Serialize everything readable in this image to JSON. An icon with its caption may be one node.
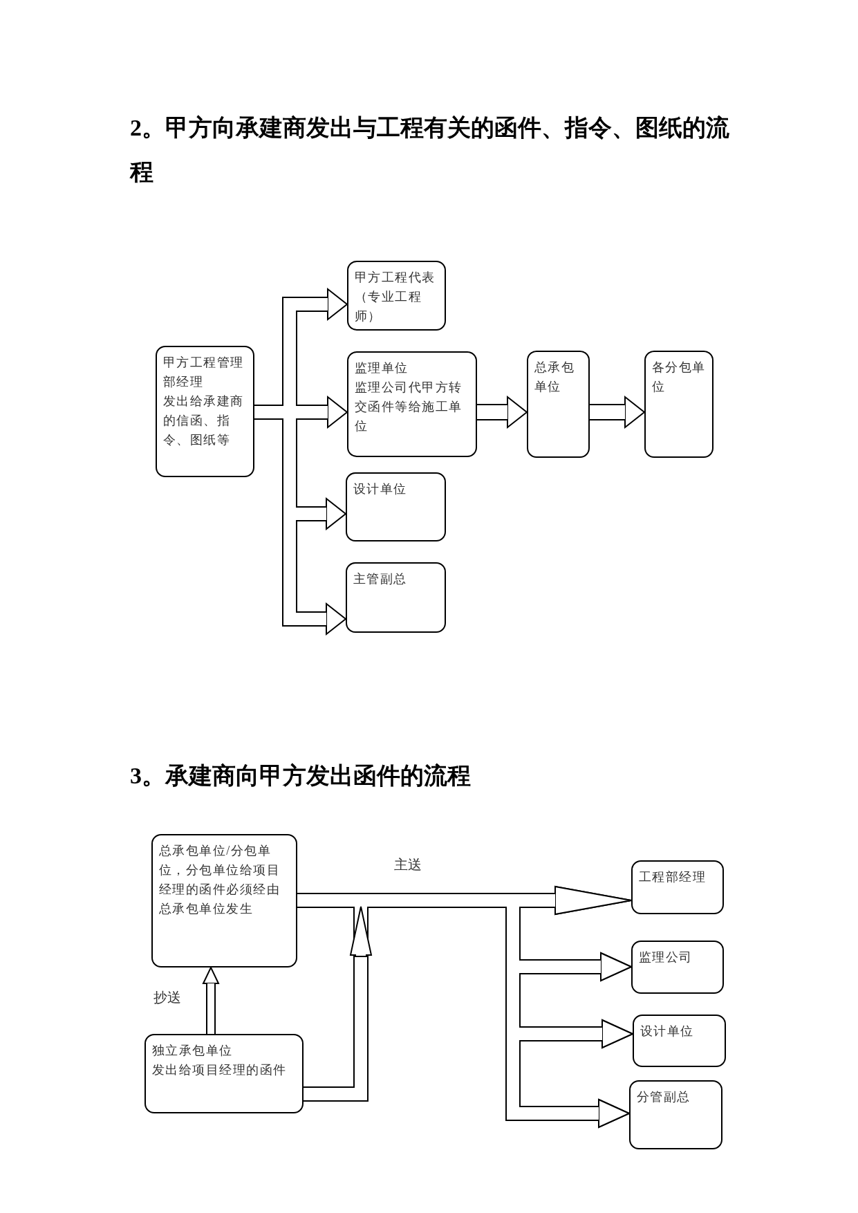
{
  "diagram": {
    "title": "2。甲方向承建商发出与工程有关的函件、指令、图纸的流程",
    "nodes": [
      {
        "text": [
          "甲方工程管理部经理",
          "发出给承建商的信函、指令、图纸等"
        ]
      },
      {
        "text": [
          "甲方工程代表（专业工程师）"
        ]
      },
      {
        "text": [
          "监理单位",
          "监理公司代甲方转交函件等给施工单位"
        ]
      },
      {
        "text": [
          "总承包单位"
        ]
      },
      {
        "text": [
          "各分包单位"
        ]
      },
      {
        "text": [
          "设计单位"
        ]
      },
      {
        "text": [
          "主管副总"
        ]
      },
      {
        "text": [
          "总承包单位/分包单位，分包单位给项目经理的函件必须经由总承包单位发生"
        ]
      },
      {
        "text": [
          "独立承包单位",
          "发出给项目经理的函件"
        ]
      },
      {
        "text": [
          "工程部经理"
        ]
      },
      {
        "text": [
          "监理公司"
        ]
      },
      {
        "text": [
          "设计单位"
        ]
      },
      {
        "text": [
          "分管副总"
        ]
      }
    ],
    "edges": [
      {
        "from": 0,
        "to": 1,
        "arrow": "to"
      },
      {
        "from": 0,
        "to": 2,
        "arrow": "to"
      },
      {
        "from": 0,
        "to": 5,
        "arrow": "to"
      },
      {
        "from": 0,
        "to": 6,
        "arrow": "to"
      },
      {
        "from": 2,
        "to": 3,
        "arrow": "to"
      },
      {
        "from": 3,
        "to": 4,
        "arrow": "to"
      },
      {
        "from": 8,
        "to": 7,
        "arrow": "to",
        "label": "抄送"
      },
      {
        "from": 7,
        "to": 9,
        "arrow": "to",
        "label": "主送"
      },
      {
        "from": 7,
        "to": 10,
        "arrow": "to"
      },
      {
        "from": 7,
        "to": 11,
        "arrow": "to"
      },
      {
        "from": 7,
        "to": 12,
        "arrow": "to"
      },
      {
        "from": 8,
        "to": 9,
        "arrow": "to"
      },
      {
        "from": 8,
        "to": 10,
        "arrow": "to"
      },
      {
        "from": 8,
        "to": 11,
        "arrow": "to"
      },
      {
        "from": 8,
        "to": 12,
        "arrow": "to"
      }
    ],
    "labels": [
      "3。承建商向甲方发出函件的流程"
    ]
  }
}
